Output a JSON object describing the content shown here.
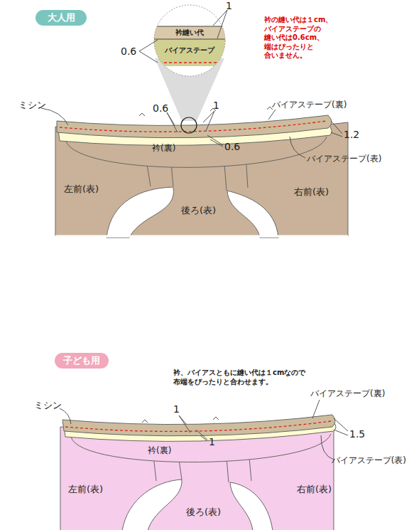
{
  "diagram": {
    "nodes": [
      {
        "text": [
          "大人用"
        ]
      },
      {
        "text": [
          "衿縫い代"
        ]
      },
      {
        "text": [
          "バイアステープ"
        ]
      },
      {
        "text": [
          "子ども用"
        ]
      }
    ],
    "labels": [
      "1",
      "0.6",
      "衿の縫い代は１cm、 バイアステープの 縫い代は0.6cm、 端はぴったりと 合いません。",
      "ミシン",
      "0.6",
      "1",
      "バイアステープ(裏)",
      "1.2",
      "衿(裏)",
      "0.6",
      "バイアステープ(表)",
      "左前(表)",
      "右前(表)",
      "後ろ(表)",
      "衿、バイアスともに縫い代は１cmなので 布端をぴったりと合わせます。",
      "ミシン",
      "バイアステープ(裏)",
      "1",
      "1",
      "1.5",
      "衿(裏)",
      "バイアステープ(表)",
      "左前(表)",
      "後ろ(表)",
      "右前(表)"
    ]
  }
}
